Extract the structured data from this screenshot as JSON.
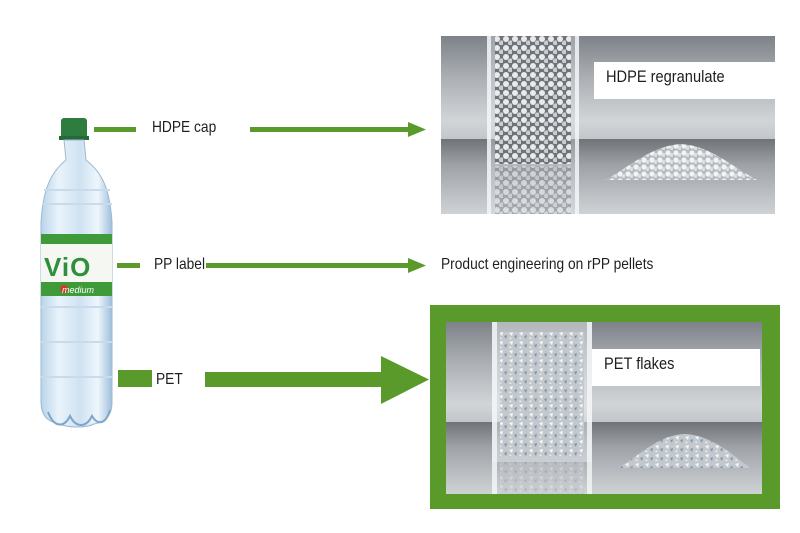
{
  "bottle": {
    "brand": "ViO",
    "variant": "medium"
  },
  "rows": [
    {
      "component": "HDPE cap",
      "outcome": "HDPE regranulate"
    },
    {
      "component": "PP label",
      "outcome": "Product engineering on rPP pellets"
    },
    {
      "component": "PET",
      "outcome": "PET flakes"
    }
  ],
  "colors": {
    "accent_green": "#5a9a2a",
    "cap_green": "#2e7d3e",
    "label_green": "#3f9a3a",
    "background": "#ffffff"
  }
}
